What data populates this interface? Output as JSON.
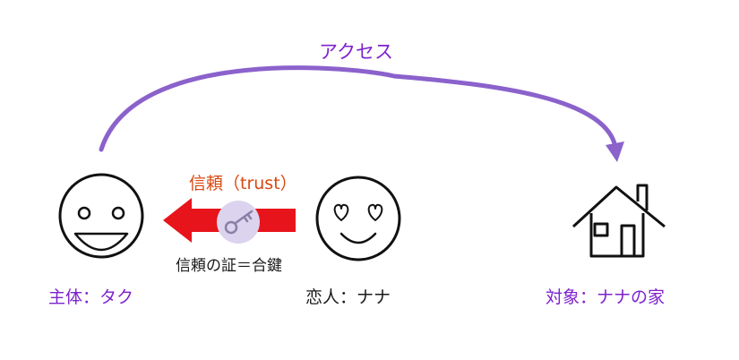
{
  "labels": {
    "access": "アクセス",
    "trust": "信頼（trust）",
    "proof": "信頼の証＝合鍵",
    "subject": "主体：タク",
    "lover": "恋人：ナナ",
    "target": "対象：ナナの家"
  },
  "colors": {
    "purple": "#7E22CE",
    "arc": "#8B62CC",
    "trust_orange": "#D9480F",
    "arrow_red": "#E8141B",
    "key_badge": "#DCD3EE",
    "key": "#8A7FA6",
    "line": "#111111"
  },
  "icons": [
    "smiley-face-icon",
    "heart-eyes-face-icon",
    "house-icon",
    "key-icon"
  ]
}
